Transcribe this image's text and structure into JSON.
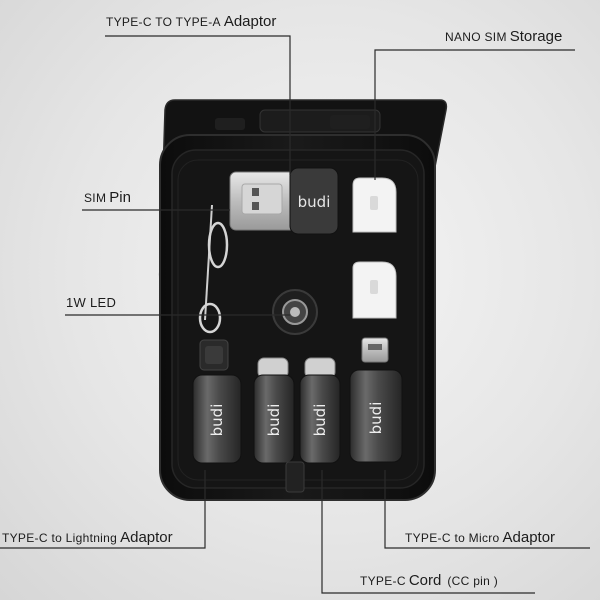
{
  "product": {
    "brand": "budi"
  },
  "callouts": {
    "type_c_to_a": {
      "primary": "TYPE-C TO TYPE-A",
      "secondary": "Adaptor"
    },
    "nano_sim": {
      "primary": "NANO SIM",
      "secondary": "Storage"
    },
    "sim_pin": {
      "primary": "SIM",
      "secondary": "Pin"
    },
    "led": {
      "primary": "1W LED",
      "secondary": ""
    },
    "lightning": {
      "primary": "TYPE-C to Lightning",
      "secondary": "Adaptor"
    },
    "micro": {
      "primary": "TYPE-C to Micro",
      "secondary": "Adaptor"
    },
    "cord": {
      "primary": "TYPE-C",
      "secondary": "Cord",
      "note": "(CC pin )"
    }
  },
  "colors": {
    "case": "#111111",
    "case_edge": "#2a2a2a",
    "adaptor_body": "#4a4a4a",
    "adaptor_highlight": "#8a8a8a",
    "usb_metal": "#cfcfcf",
    "sim_holder": "#f2f2f2",
    "leader_line": "#2b2b2b"
  }
}
